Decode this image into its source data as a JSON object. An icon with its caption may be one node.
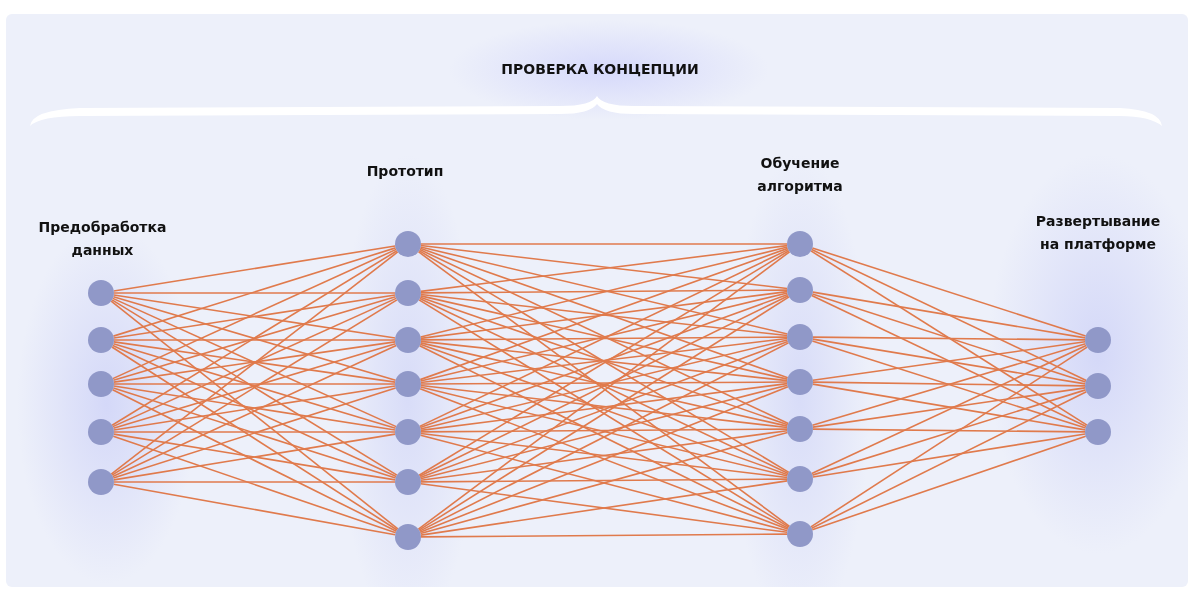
{
  "diagram": {
    "nodes": [
      {
        "text": [],
        "shape": "circle"
      },
      {
        "text": [],
        "shape": "circle"
      },
      {
        "text": [],
        "shape": "circle"
      },
      {
        "text": [],
        "shape": "circle"
      },
      {
        "text": [],
        "shape": "circle"
      },
      {
        "text": [],
        "shape": "circle"
      },
      {
        "text": [],
        "shape": "circle"
      },
      {
        "text": [],
        "shape": "circle"
      },
      {
        "text": [],
        "shape": "circle"
      },
      {
        "text": [],
        "shape": "circle"
      },
      {
        "text": [],
        "shape": "circle"
      },
      {
        "text": [],
        "shape": "circle"
      },
      {
        "text": [],
        "shape": "circle"
      },
      {
        "text": [],
        "shape": "circle"
      },
      {
        "text": [],
        "shape": "circle"
      },
      {
        "text": [],
        "shape": "circle"
      },
      {
        "text": [],
        "shape": "circle"
      },
      {
        "text": [],
        "shape": "circle"
      },
      {
        "text": [],
        "shape": "circle"
      },
      {
        "text": [],
        "shape": "circle"
      },
      {
        "text": [],
        "shape": "circle"
      },
      {
        "text": [],
        "shape": "circle"
      }
    ],
    "edges": [
      {
        "from": 0,
        "to": 5,
        "arrow": "none"
      },
      {
        "from": 0,
        "to": 6,
        "arrow": "none"
      },
      {
        "from": 0,
        "to": 7,
        "arrow": "none"
      },
      {
        "from": 0,
        "to": 8,
        "arrow": "none"
      },
      {
        "from": 0,
        "to": 9,
        "arrow": "none"
      },
      {
        "from": 0,
        "to": 10,
        "arrow": "none"
      },
      {
        "from": 0,
        "to": 11,
        "arrow": "none"
      },
      {
        "from": 1,
        "to": 5,
        "arrow": "none"
      },
      {
        "from": 1,
        "to": 6,
        "arrow": "none"
      },
      {
        "from": 1,
        "to": 7,
        "arrow": "none"
      },
      {
        "from": 1,
        "to": 8,
        "arrow": "none"
      },
      {
        "from": 1,
        "to": 9,
        "arrow": "none"
      },
      {
        "from": 1,
        "to": 10,
        "arrow": "none"
      },
      {
        "from": 1,
        "to": 11,
        "arrow": "none"
      },
      {
        "from": 2,
        "to": 5,
        "arrow": "none"
      },
      {
        "from": 2,
        "to": 6,
        "arrow": "none"
      },
      {
        "from": 2,
        "to": 7,
        "arrow": "none"
      },
      {
        "from": 2,
        "to": 8,
        "arrow": "none"
      },
      {
        "from": 2,
        "to": 9,
        "arrow": "none"
      },
      {
        "from": 2,
        "to": 10,
        "arrow": "none"
      },
      {
        "from": 2,
        "to": 11,
        "arrow": "none"
      },
      {
        "from": 3,
        "to": 5,
        "arrow": "none"
      },
      {
        "from": 3,
        "to": 6,
        "arrow": "none"
      },
      {
        "from": 3,
        "to": 7,
        "arrow": "none"
      },
      {
        "from": 3,
        "to": 8,
        "arrow": "none"
      },
      {
        "from": 3,
        "to": 9,
        "arrow": "none"
      },
      {
        "from": 3,
        "to": 10,
        "arrow": "none"
      },
      {
        "from": 3,
        "to": 11,
        "arrow": "none"
      },
      {
        "from": 4,
        "to": 5,
        "arrow": "none"
      },
      {
        "from": 4,
        "to": 6,
        "arrow": "none"
      },
      {
        "from": 4,
        "to": 7,
        "arrow": "none"
      },
      {
        "from": 4,
        "to": 8,
        "arrow": "none"
      },
      {
        "from": 4,
        "to": 9,
        "arrow": "none"
      },
      {
        "from": 4,
        "to": 10,
        "arrow": "none"
      },
      {
        "from": 4,
        "to": 11,
        "arrow": "none"
      },
      {
        "from": 5,
        "to": 12,
        "arrow": "none"
      },
      {
        "from": 5,
        "to": 13,
        "arrow": "none"
      },
      {
        "from": 5,
        "to": 14,
        "arrow": "none"
      },
      {
        "from": 5,
        "to": 15,
        "arrow": "none"
      },
      {
        "from": 5,
        "to": 16,
        "arrow": "none"
      },
      {
        "from": 5,
        "to": 17,
        "arrow": "none"
      },
      {
        "from": 5,
        "to": 18,
        "arrow": "none"
      },
      {
        "from": 6,
        "to": 12,
        "arrow": "none"
      },
      {
        "from": 6,
        "to": 13,
        "arrow": "none"
      },
      {
        "from": 6,
        "to": 14,
        "arrow": "none"
      },
      {
        "from": 6,
        "to": 15,
        "arrow": "none"
      },
      {
        "from": 6,
        "to": 16,
        "arrow": "none"
      },
      {
        "from": 6,
        "to": 17,
        "arrow": "none"
      },
      {
        "from": 6,
        "to": 18,
        "arrow": "none"
      },
      {
        "from": 7,
        "to": 12,
        "arrow": "none"
      },
      {
        "from": 7,
        "to": 13,
        "arrow": "none"
      },
      {
        "from": 7,
        "to": 14,
        "arrow": "none"
      },
      {
        "from": 7,
        "to": 15,
        "arrow": "none"
      },
      {
        "from": 7,
        "to": 16,
        "arrow": "none"
      },
      {
        "from": 7,
        "to": 17,
        "arrow": "none"
      },
      {
        "from": 7,
        "to": 18,
        "arrow": "none"
      },
      {
        "from": 8,
        "to": 12,
        "arrow": "none"
      },
      {
        "from": 8,
        "to": 13,
        "arrow": "none"
      },
      {
        "from": 8,
        "to": 14,
        "arrow": "none"
      },
      {
        "from": 8,
        "to": 15,
        "arrow": "none"
      },
      {
        "from": 8,
        "to": 16,
        "arrow": "none"
      },
      {
        "from": 8,
        "to": 17,
        "arrow": "none"
      },
      {
        "from": 8,
        "to": 18,
        "arrow": "none"
      },
      {
        "from": 9,
        "to": 12,
        "arrow": "none"
      },
      {
        "from": 9,
        "to": 13,
        "arrow": "none"
      },
      {
        "from": 9,
        "to": 14,
        "arrow": "none"
      },
      {
        "from": 9,
        "to": 15,
        "arrow": "none"
      },
      {
        "from": 9,
        "to": 16,
        "arrow": "none"
      },
      {
        "from": 9,
        "to": 17,
        "arrow": "none"
      },
      {
        "from": 9,
        "to": 18,
        "arrow": "none"
      },
      {
        "from": 10,
        "to": 12,
        "arrow": "none"
      },
      {
        "from": 10,
        "to": 13,
        "arrow": "none"
      },
      {
        "from": 10,
        "to": 14,
        "arrow": "none"
      },
      {
        "from": 10,
        "to": 15,
        "arrow": "none"
      },
      {
        "from": 10,
        "to": 16,
        "arrow": "none"
      },
      {
        "from": 10,
        "to": 17,
        "arrow": "none"
      },
      {
        "from": 10,
        "to": 18,
        "arrow": "none"
      },
      {
        "from": 11,
        "to": 12,
        "arrow": "none"
      },
      {
        "from": 11,
        "to": 13,
        "arrow": "none"
      },
      {
        "from": 11,
        "to": 14,
        "arrow": "none"
      },
      {
        "from": 11,
        "to": 15,
        "arrow": "none"
      },
      {
        "from": 11,
        "to": 16,
        "arrow": "none"
      },
      {
        "from": 11,
        "to": 17,
        "arrow": "none"
      },
      {
        "from": 11,
        "to": 18,
        "arrow": "none"
      },
      {
        "from": 12,
        "to": 19,
        "arrow": "none"
      },
      {
        "from": 12,
        "to": 20,
        "arrow": "none"
      },
      {
        "from": 12,
        "to": 21,
        "arrow": "none"
      },
      {
        "from": 13,
        "to": 19,
        "arrow": "none"
      },
      {
        "from": 13,
        "to": 20,
        "arrow": "none"
      },
      {
        "from": 13,
        "to": 21,
        "arrow": "none"
      },
      {
        "from": 14,
        "to": 19,
        "arrow": "none"
      },
      {
        "from": 14,
        "to": 20,
        "arrow": "none"
      },
      {
        "from": 14,
        "to": 21,
        "arrow": "none"
      },
      {
        "from": 15,
        "to": 19,
        "arrow": "none"
      },
      {
        "from": 15,
        "to": 20,
        "arrow": "none"
      },
      {
        "from": 15,
        "to": 21,
        "arrow": "none"
      },
      {
        "from": 16,
        "to": 19,
        "arrow": "none"
      },
      {
        "from": 16,
        "to": 20,
        "arrow": "none"
      },
      {
        "from": 16,
        "to": 21,
        "arrow": "none"
      },
      {
        "from": 17,
        "to": 19,
        "arrow": "none"
      },
      {
        "from": 17,
        "to": 20,
        "arrow": "none"
      },
      {
        "from": 17,
        "to": 21,
        "arrow": "none"
      },
      {
        "from": 18,
        "to": 19,
        "arrow": "none"
      },
      {
        "from": 18,
        "to": 20,
        "arrow": "none"
      },
      {
        "from": 18,
        "to": 21,
        "arrow": "none"
      }
    ],
    "labels": [
      "ПРОВЕРКА КОНЦЕПЦИИ",
      "Предобработка данных",
      "Прототип",
      "Обучение алгоритма",
      "Развертывание на платформе"
    ]
  }
}
